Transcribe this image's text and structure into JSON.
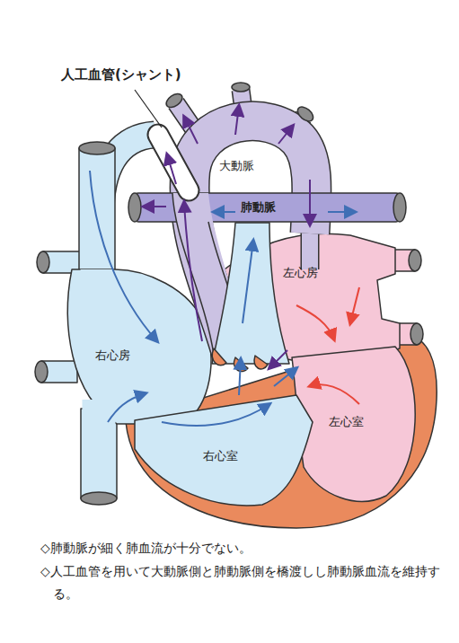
{
  "diagram": {
    "labels": [
      "人工血管(シャント)",
      "大動脈",
      "肺動脈",
      "左心房",
      "右心房",
      "左心室",
      "右心室",
      "◇肺動脈が細く肺血流が十分でない。",
      "◇人工血管を用いて大動脈側と肺動脈側を橋渡しし肺動脈血流を維持する。"
    ]
  }
}
